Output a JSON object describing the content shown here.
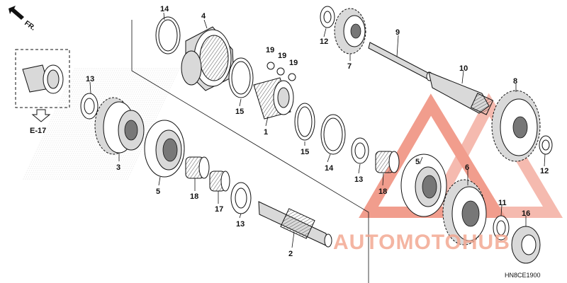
{
  "direction_label": "FR.",
  "reference_label": "E-17",
  "diagram_code": "HN8CE1900",
  "watermark": {
    "text": "AUTOMOTOHUB",
    "color_main": "#f2a38c",
    "color_orange": "#f5b55a",
    "color_dark": "#9a9a9a"
  },
  "callouts": [
    "14",
    "4",
    "19",
    "19",
    "19",
    "12",
    "7",
    "9",
    "10",
    "13",
    "15",
    "1",
    "8",
    "3",
    "15",
    "14",
    "13",
    "18",
    "5",
    "6",
    "12",
    "5",
    "18",
    "17",
    "13",
    "2",
    "11",
    "16"
  ]
}
